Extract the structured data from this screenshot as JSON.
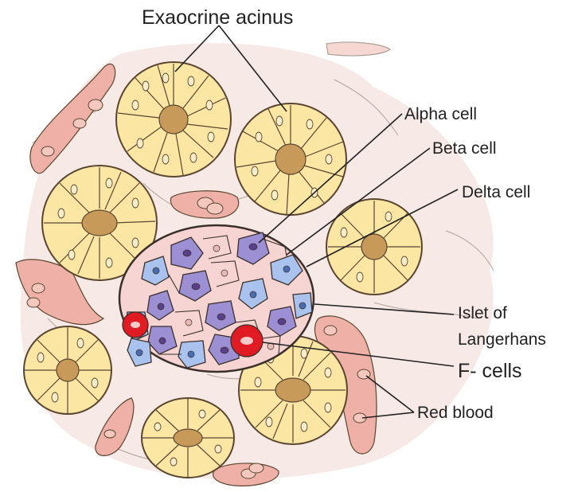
{
  "labels": {
    "exocrine_acinus": "Exaocrine acinus",
    "alpha_cell": "Alpha cell",
    "beta_cell": "Beta cell",
    "delta_cell": "Delta cell",
    "islet_line1": "Islet of",
    "islet_line2": "Langerhans",
    "f_cells": "F- cells",
    "red_blood": "Red blood"
  },
  "colors": {
    "background_tissue": "#f7e9e6",
    "acinus_cell": "#fbe6a4",
    "acinus_lumen": "#c79a5a",
    "vessel": "#efb1a7",
    "alpha": "#9d8fd4",
    "beta": "#f6d4d2",
    "delta": "#a9c3ee",
    "red_blood_cell": "#e01b24"
  }
}
